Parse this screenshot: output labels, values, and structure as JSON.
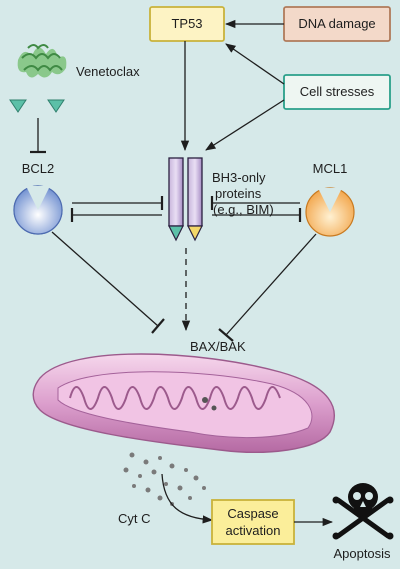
{
  "diagram": {
    "nodes": {
      "tp53": "TP53",
      "dna_damage": "DNA damage",
      "cell_stresses": "Cell stresses",
      "venetoclax": "Venetoclax",
      "bcl2": "BCL2",
      "mcl1": "MCL1",
      "bh3_line1": "BH3-only",
      "bh3_line2": "proteins",
      "bh3_line3": "(e.g., BIM)",
      "bax_bak": "BAX/BAK",
      "cyt_c": "Cyt C",
      "caspase_line1": "Caspase",
      "caspase_line2": "activation",
      "apoptosis": "Apoptosis"
    },
    "edges": [
      {
        "from": "DNA damage",
        "to": "TP53",
        "type": "activates"
      },
      {
        "from": "Cell stresses",
        "to": "TP53",
        "type": "activates"
      },
      {
        "from": "TP53",
        "to": "BH3-only proteins",
        "type": "activates"
      },
      {
        "from": "Cell stresses",
        "to": "BH3-only proteins",
        "type": "activates"
      },
      {
        "from": "Venetoclax",
        "to": "BCL2",
        "type": "inhibits"
      },
      {
        "from": "BCL2",
        "to": "BH3-only proteins",
        "type": "inhibits"
      },
      {
        "from": "BH3-only proteins",
        "to": "BCL2",
        "type": "inhibits"
      },
      {
        "from": "MCL1",
        "to": "BH3-only proteins",
        "type": "inhibits"
      },
      {
        "from": "BH3-only proteins",
        "to": "MCL1",
        "type": "inhibits"
      },
      {
        "from": "BH3-only proteins",
        "to": "BAX/BAK",
        "type": "activates",
        "style": "dashed"
      },
      {
        "from": "BCL2",
        "to": "BAX/BAK",
        "type": "inhibits"
      },
      {
        "from": "MCL1",
        "to": "BAX/BAK",
        "type": "inhibits"
      },
      {
        "from": "Cyt C",
        "to": "Caspase activation",
        "type": "activates"
      },
      {
        "from": "Caspase activation",
        "to": "Apoptosis",
        "type": "activates"
      }
    ]
  },
  "colors": {
    "background": "#d6e9e9",
    "box_fill": "#fdf3c4",
    "tp53_border": "#c9b23a",
    "dna_damage_fill": "#f3d9c9",
    "dna_damage_border": "#b07a5a",
    "cell_stresses_border": "#2aa08a",
    "caspase_fill": "#fbee9a",
    "caspase_border": "#c9b23a",
    "bcl2": "#6f8fd0",
    "mcl1": "#f2a54a",
    "bh3_pill": "#b9a4cf",
    "venetoclax_triangle": "#5cc0a8",
    "mitochondrion": "#d998c9",
    "skull": "#111111"
  }
}
